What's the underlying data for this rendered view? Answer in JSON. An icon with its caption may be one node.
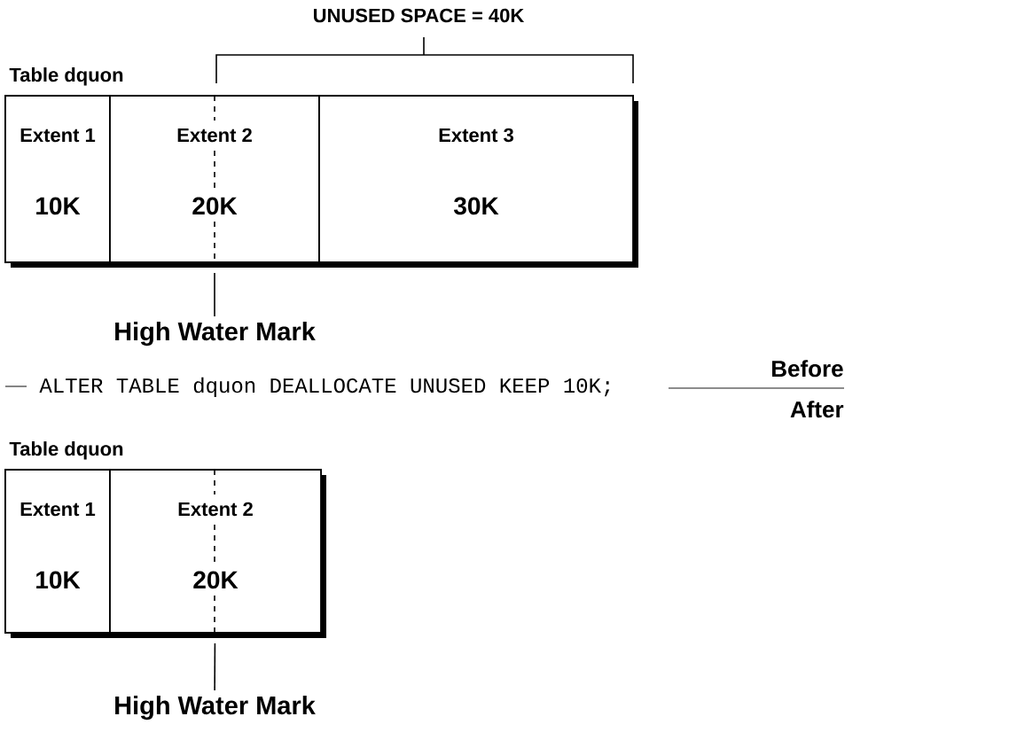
{
  "diagram": {
    "nodes": [
      {
        "text": [
          "Table dquon"
        ]
      },
      {
        "text": [
          "Extent 1",
          "10K"
        ],
        "in": 0
      },
      {
        "text": [
          "Extent 2",
          "20K"
        ],
        "in": 0
      },
      {
        "text": [
          "Extent 3",
          "30K"
        ],
        "in": 0
      },
      {
        "text": [
          "High Water Mark"
        ]
      },
      {
        "text": [
          "Table dquon"
        ]
      },
      {
        "text": [
          "Extent 1",
          "10K"
        ],
        "in": 5
      },
      {
        "text": [
          "Extent 2",
          "20K"
        ],
        "in": 5
      },
      {
        "text": [
          "High Water Mark"
        ]
      }
    ],
    "edges": [
      {
        "from": 4,
        "to": 2,
        "arrow": "none"
      },
      {
        "from": 8,
        "to": 7,
        "arrow": "none"
      }
    ],
    "labels": [
      "UNUSED SPACE = 40K",
      "ALTER TABLE dquon DEALLOCATE UNUSED KEEP 10K;",
      "Before",
      "After"
    ]
  }
}
